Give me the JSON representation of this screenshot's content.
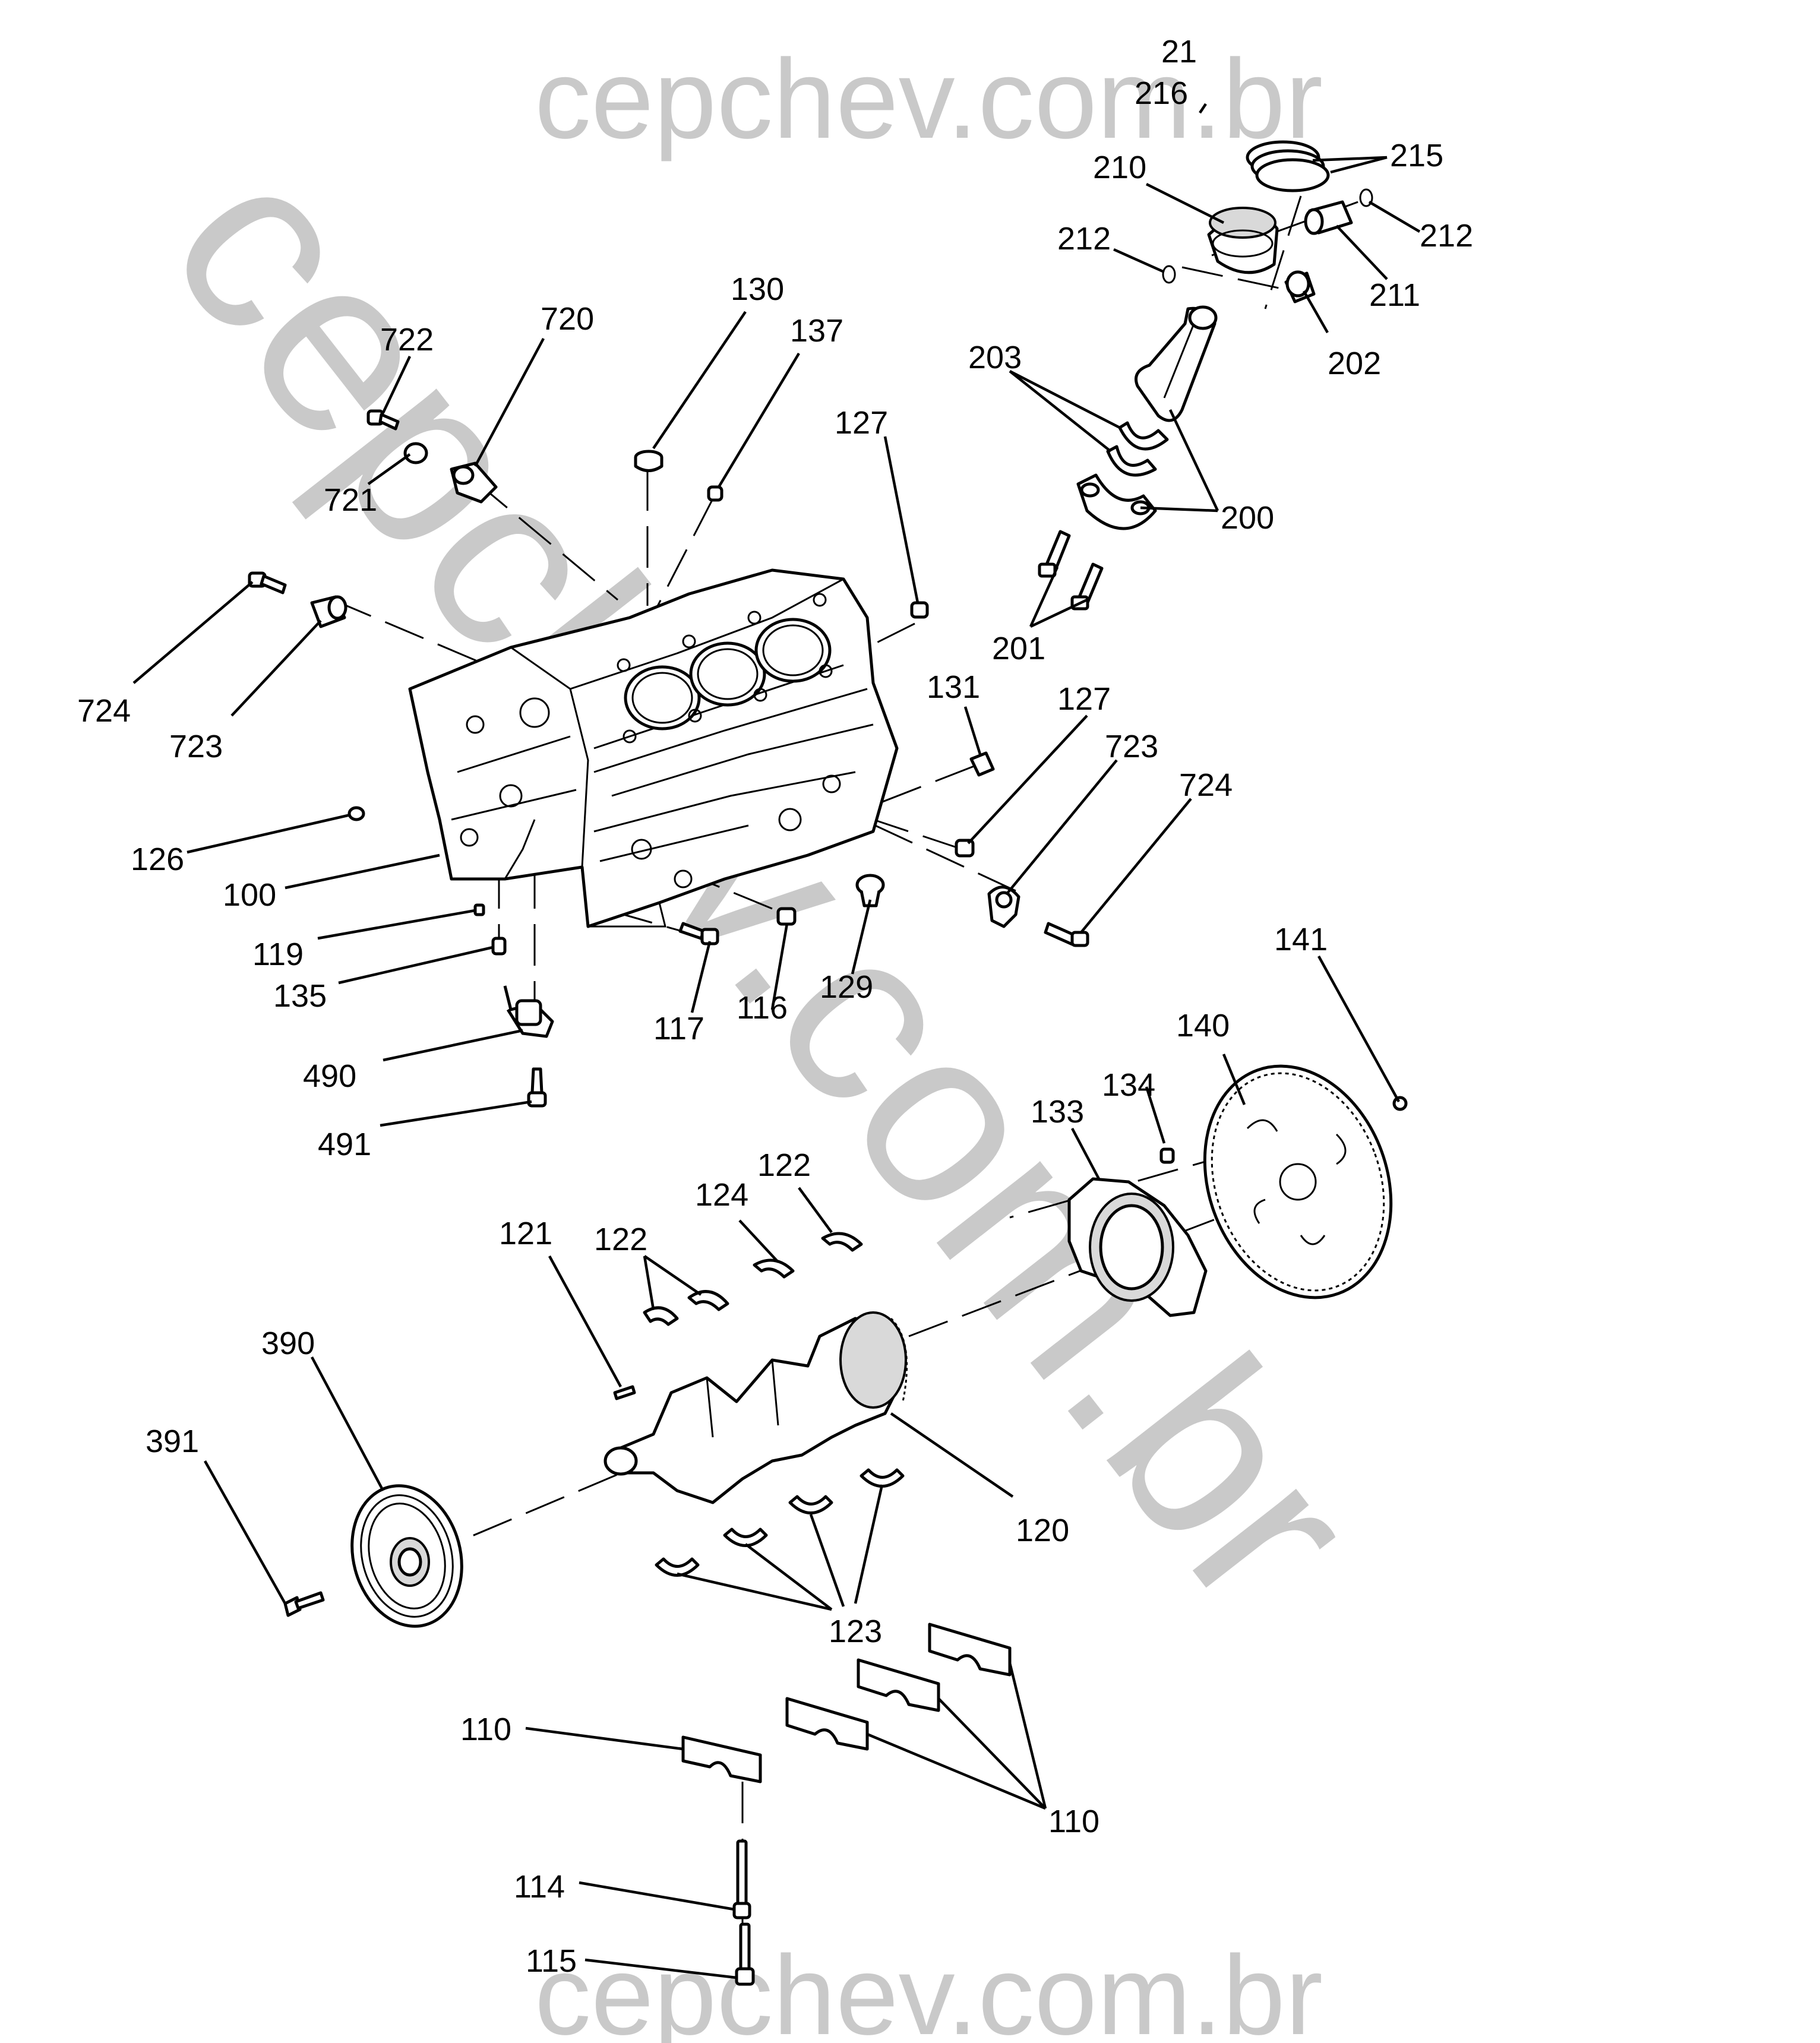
{
  "watermark": {
    "top": "cepchev.com.br",
    "diagonal": "cepchev.com.br",
    "bottom": "cepchev.com.br"
  },
  "callouts": [
    {
      "id": "c21",
      "text": "21"
    },
    {
      "id": "c216",
      "text": "216"
    },
    {
      "id": "c215",
      "text": "215"
    },
    {
      "id": "c210",
      "text": "210"
    },
    {
      "id": "c212a",
      "text": "212"
    },
    {
      "id": "c212b",
      "text": "212"
    },
    {
      "id": "c211",
      "text": "211"
    },
    {
      "id": "c202",
      "text": "202"
    },
    {
      "id": "c203",
      "text": "203"
    },
    {
      "id": "c200",
      "text": "200"
    },
    {
      "id": "c201",
      "text": "201"
    },
    {
      "id": "c722",
      "text": "722"
    },
    {
      "id": "c720",
      "text": "720"
    },
    {
      "id": "c721",
      "text": "721"
    },
    {
      "id": "c130",
      "text": "130"
    },
    {
      "id": "c137",
      "text": "137"
    },
    {
      "id": "c127a",
      "text": "127"
    },
    {
      "id": "c724a",
      "text": "724"
    },
    {
      "id": "c723a",
      "text": "723"
    },
    {
      "id": "c131",
      "text": "131"
    },
    {
      "id": "c127b",
      "text": "127"
    },
    {
      "id": "c723b",
      "text": "723"
    },
    {
      "id": "c724b",
      "text": "724"
    },
    {
      "id": "c126",
      "text": "126"
    },
    {
      "id": "c100",
      "text": "100"
    },
    {
      "id": "c119",
      "text": "119"
    },
    {
      "id": "c135",
      "text": "135"
    },
    {
      "id": "c117",
      "text": "117"
    },
    {
      "id": "c116",
      "text": "116"
    },
    {
      "id": "c129",
      "text": "129"
    },
    {
      "id": "c490",
      "text": "490"
    },
    {
      "id": "c491",
      "text": "491"
    },
    {
      "id": "c141",
      "text": "141"
    },
    {
      "id": "c140",
      "text": "140"
    },
    {
      "id": "c134",
      "text": "134"
    },
    {
      "id": "c133",
      "text": "133"
    },
    {
      "id": "c122a",
      "text": "122"
    },
    {
      "id": "c124",
      "text": "124"
    },
    {
      "id": "c122b",
      "text": "122"
    },
    {
      "id": "c121",
      "text": "121"
    },
    {
      "id": "c390",
      "text": "390"
    },
    {
      "id": "c391",
      "text": "391"
    },
    {
      "id": "c120",
      "text": "120"
    },
    {
      "id": "c123",
      "text": "123"
    },
    {
      "id": "c110a",
      "text": "110"
    },
    {
      "id": "c110b",
      "text": "110"
    },
    {
      "id": "c114",
      "text": "114"
    },
    {
      "id": "c115",
      "text": "115"
    }
  ]
}
